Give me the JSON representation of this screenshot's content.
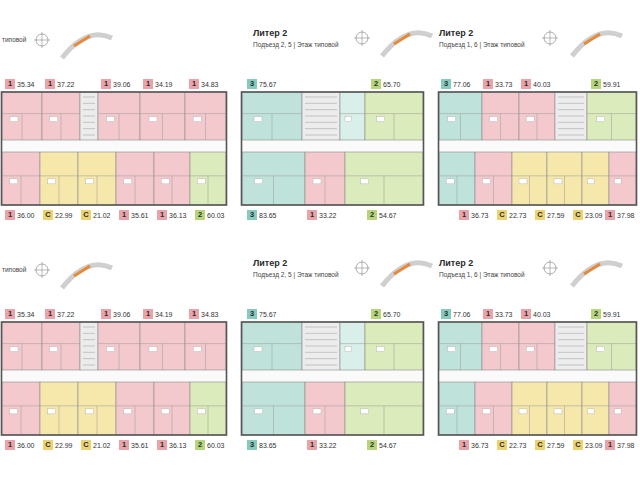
{
  "diagram": {
    "nodes": [
      {
        "text": [
          "типовой"
        ]
      },
      {
        "text": [
          "1",
          "35.34"
        ],
        "in": 0
      },
      {
        "text": [
          "1",
          "37.22"
        ],
        "in": 0
      },
      {
        "text": [
          "1",
          "39.06"
        ],
        "in": 0
      },
      {
        "text": [
          "1",
          "34.19"
        ],
        "in": 0
      },
      {
        "text": [
          "1",
          "34.83"
        ],
        "in": 0
      },
      {
        "text": [
          "1",
          "36.00"
        ],
        "in": 0
      },
      {
        "text": [
          "С",
          "22.99"
        ],
        "in": 0
      },
      {
        "text": [
          "С",
          "21.02"
        ],
        "in": 0
      },
      {
        "text": [
          "1",
          "35.61"
        ],
        "in": 0
      },
      {
        "text": [
          "1",
          "36.13"
        ],
        "in": 0
      },
      {
        "text": [
          "2",
          "60.03"
        ],
        "in": 0
      },
      {
        "text": [
          "Литер 2",
          "Подъезд 2, 5 | Этаж типовой"
        ]
      },
      {
        "text": [
          "3",
          "75.67"
        ],
        "in": 12
      },
      {
        "text": [
          "2",
          "65.70"
        ],
        "in": 12
      },
      {
        "text": [
          "3",
          "83.65"
        ],
        "in": 12
      },
      {
        "text": [
          "1",
          "33.22"
        ],
        "in": 12
      },
      {
        "text": [
          "2",
          "54.67"
        ],
        "in": 12
      },
      {
        "text": [
          "Литер 2",
          "Подъезд 1, 6 | Этаж типовой"
        ]
      },
      {
        "text": [
          "3",
          "77.06"
        ],
        "in": 18
      },
      {
        "text": [
          "1",
          "33.73"
        ],
        "in": 18
      },
      {
        "text": [
          "1",
          "40.03"
        ],
        "in": 18
      },
      {
        "text": [
          "2",
          "59.91"
        ],
        "in": 18
      },
      {
        "text": [
          "1",
          "36.73"
        ],
        "in": 18
      },
      {
        "text": [
          "С",
          "22.73"
        ],
        "in": 18
      },
      {
        "text": [
          "С",
          "27.59"
        ],
        "in": 18
      },
      {
        "text": [
          "С",
          "23.09"
        ],
        "in": 18
      },
      {
        "text": [
          "1",
          "37.98"
        ],
        "in": 18
      },
      {
        "text": [
          "типовой"
        ]
      },
      {
        "text": [
          "1",
          "35.34"
        ],
        "in": 28
      },
      {
        "text": [
          "1",
          "37.22"
        ],
        "in": 28
      },
      {
        "text": [
          "1",
          "39.06"
        ],
        "in": 28
      },
      {
        "text": [
          "1",
          "34.19"
        ],
        "in": 28
      },
      {
        "text": [
          "1",
          "34.83"
        ],
        "in": 28
      },
      {
        "text": [
          "1",
          "36.00"
        ],
        "in": 28
      },
      {
        "text": [
          "С",
          "22.99"
        ],
        "in": 28
      },
      {
        "text": [
          "С",
          "21.02"
        ],
        "in": 28
      },
      {
        "text": [
          "1",
          "35.61"
        ],
        "in": 28
      },
      {
        "text": [
          "1",
          "36.13"
        ],
        "in": 28
      },
      {
        "text": [
          "2",
          "60.03"
        ],
        "in": 28
      },
      {
        "text": [
          "Литер 2",
          "Подъезд 2, 5 | Этаж типовой"
        ]
      },
      {
        "text": [
          "3",
          "75.67"
        ],
        "in": 40
      },
      {
        "text": [
          "2",
          "65.70"
        ],
        "in": 40
      },
      {
        "text": [
          "3",
          "83.65"
        ],
        "in": 40
      },
      {
        "text": [
          "1",
          "33.22"
        ],
        "in": 40
      },
      {
        "text": [
          "2",
          "54.67"
        ],
        "in": 40
      },
      {
        "text": [
          "Литер 2",
          "Подъезд 1, 6 | Этаж типовой"
        ]
      },
      {
        "text": [
          "3",
          "77.06"
        ],
        "in": 46
      },
      {
        "text": [
          "1",
          "33.73"
        ],
        "in": 46
      },
      {
        "text": [
          "1",
          "40.03"
        ],
        "in": 46
      },
      {
        "text": [
          "2",
          "59.91"
        ],
        "in": 46
      },
      {
        "text": [
          "1",
          "36.73"
        ],
        "in": 46
      },
      {
        "text": [
          "С",
          "22.73"
        ],
        "in": 46
      },
      {
        "text": [
          "С",
          "27.59"
        ],
        "in": 46
      },
      {
        "text": [
          "С",
          "23.09"
        ],
        "in": 46
      },
      {
        "text": [
          "1",
          "37.98"
        ],
        "in": 46
      }
    ]
  }
}
